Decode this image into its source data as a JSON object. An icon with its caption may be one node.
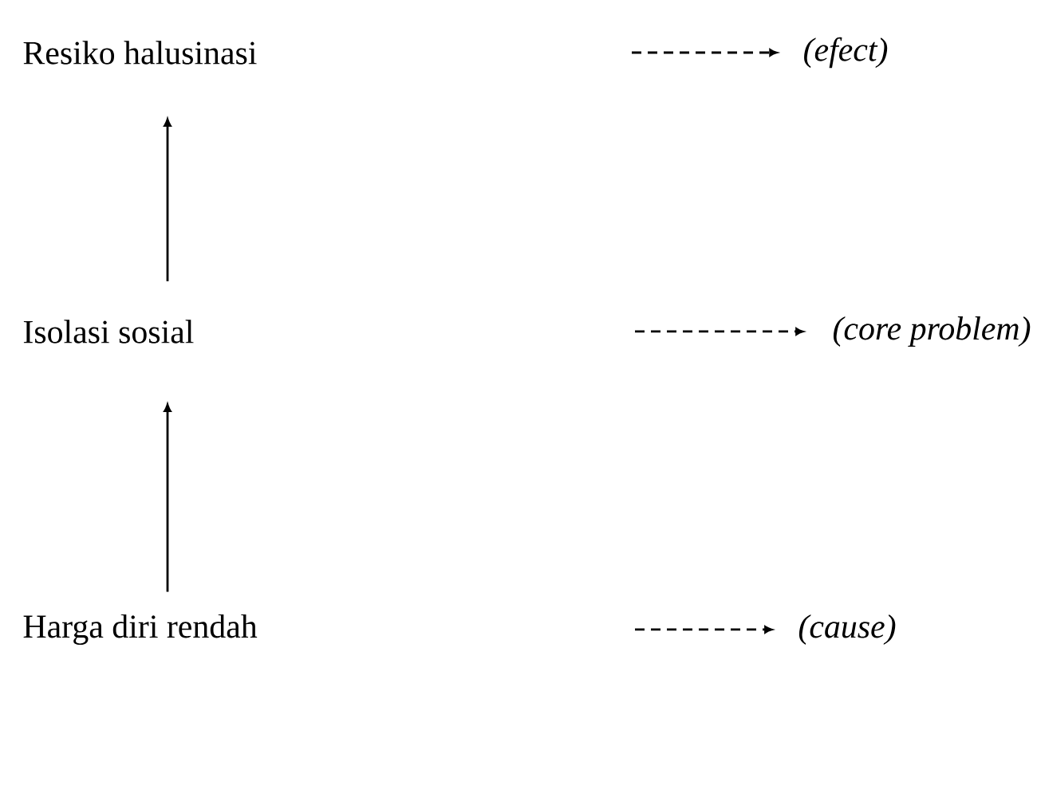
{
  "diagram": {
    "nodes": [
      {
        "text": [
          "Resiko halusinasi"
        ]
      },
      {
        "text": [
          "(efect)"
        ]
      },
      {
        "text": [
          "Isolasi sosial"
        ]
      },
      {
        "text": [
          "(core problem)"
        ]
      },
      {
        "text": [
          "Harga diri rendah"
        ]
      },
      {
        "text": [
          "(cause)"
        ]
      }
    ],
    "edges": [
      {
        "from": null,
        "to": 1,
        "arrow": "to",
        "style": "dashed"
      },
      {
        "from": 2,
        "to": 0,
        "arrow": "to"
      },
      {
        "from": null,
        "to": 3,
        "arrow": "to",
        "style": "dashed"
      },
      {
        "from": 4,
        "to": 2,
        "arrow": "to"
      },
      {
        "from": null,
        "to": 5,
        "arrow": "to",
        "style": "dashed"
      }
    ]
  }
}
